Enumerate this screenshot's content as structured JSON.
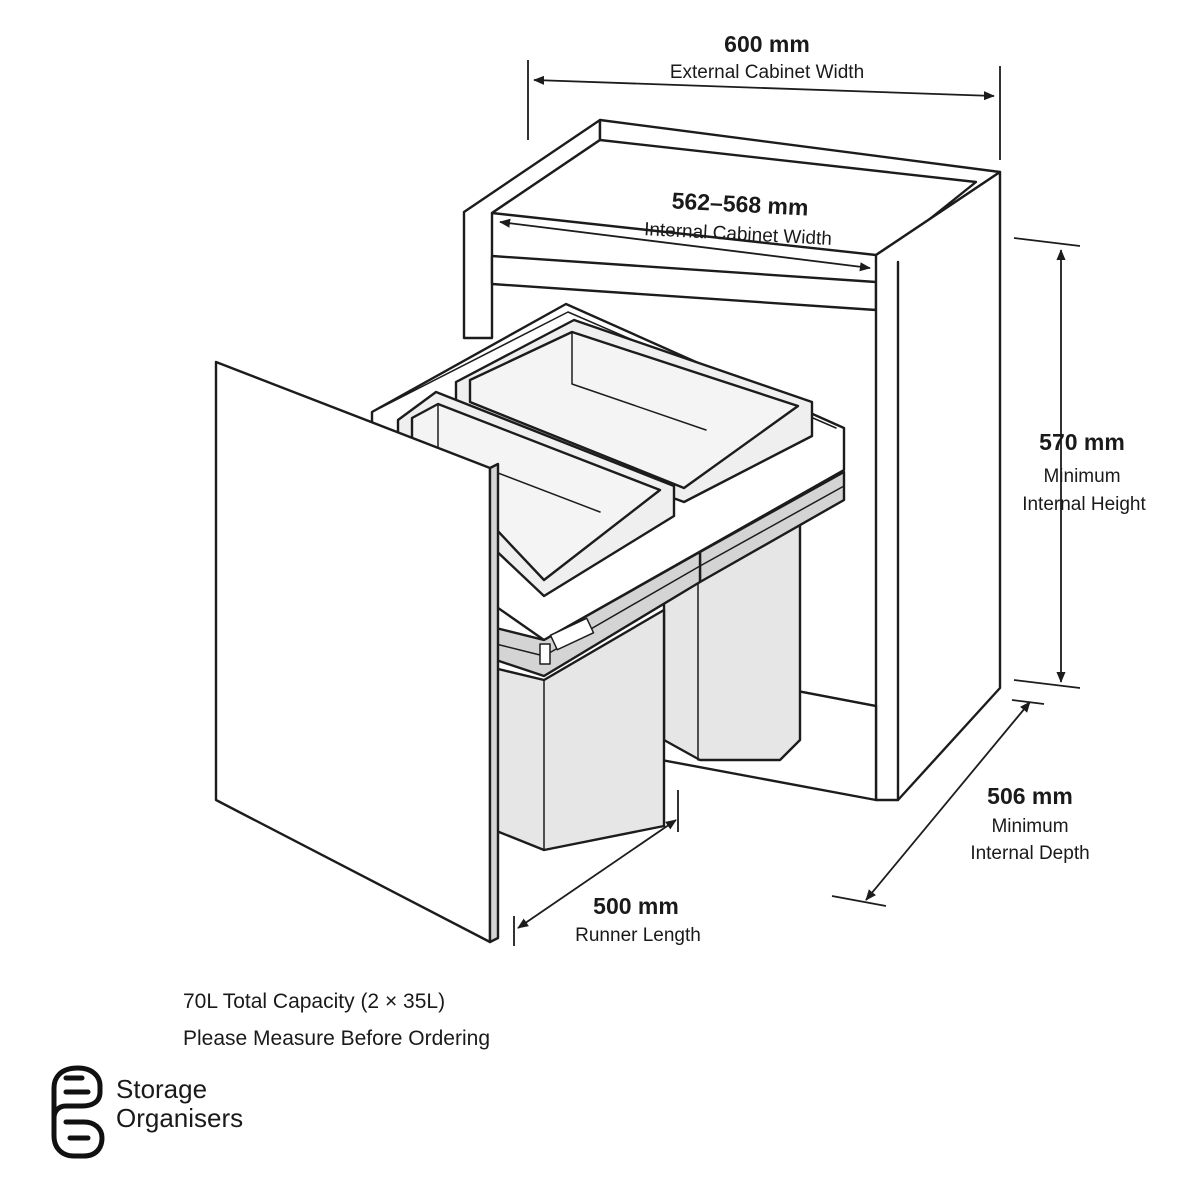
{
  "dimensions": {
    "external_width": {
      "value": "600 mm",
      "label": "External Cabinet Width"
    },
    "internal_width": {
      "value": "562–568 mm",
      "label": "Internal Cabinet Width"
    },
    "internal_height": {
      "value": "570 mm",
      "label_line1": "Minimum",
      "label_line2": "Internal Height"
    },
    "internal_depth": {
      "value": "506 mm",
      "label_line1": "Minimum",
      "label_line2": "Internal Depth"
    },
    "runner_length": {
      "value": "500 mm",
      "label": "Runner Length"
    }
  },
  "notes": {
    "capacity": "70L Total Capacity (2 × 35L)",
    "measure": "Please Measure Before Ordering"
  },
  "brand": {
    "line1": "Storage",
    "line2": "Organisers",
    "logo_icon": "storage-organisers-logo-icon"
  }
}
